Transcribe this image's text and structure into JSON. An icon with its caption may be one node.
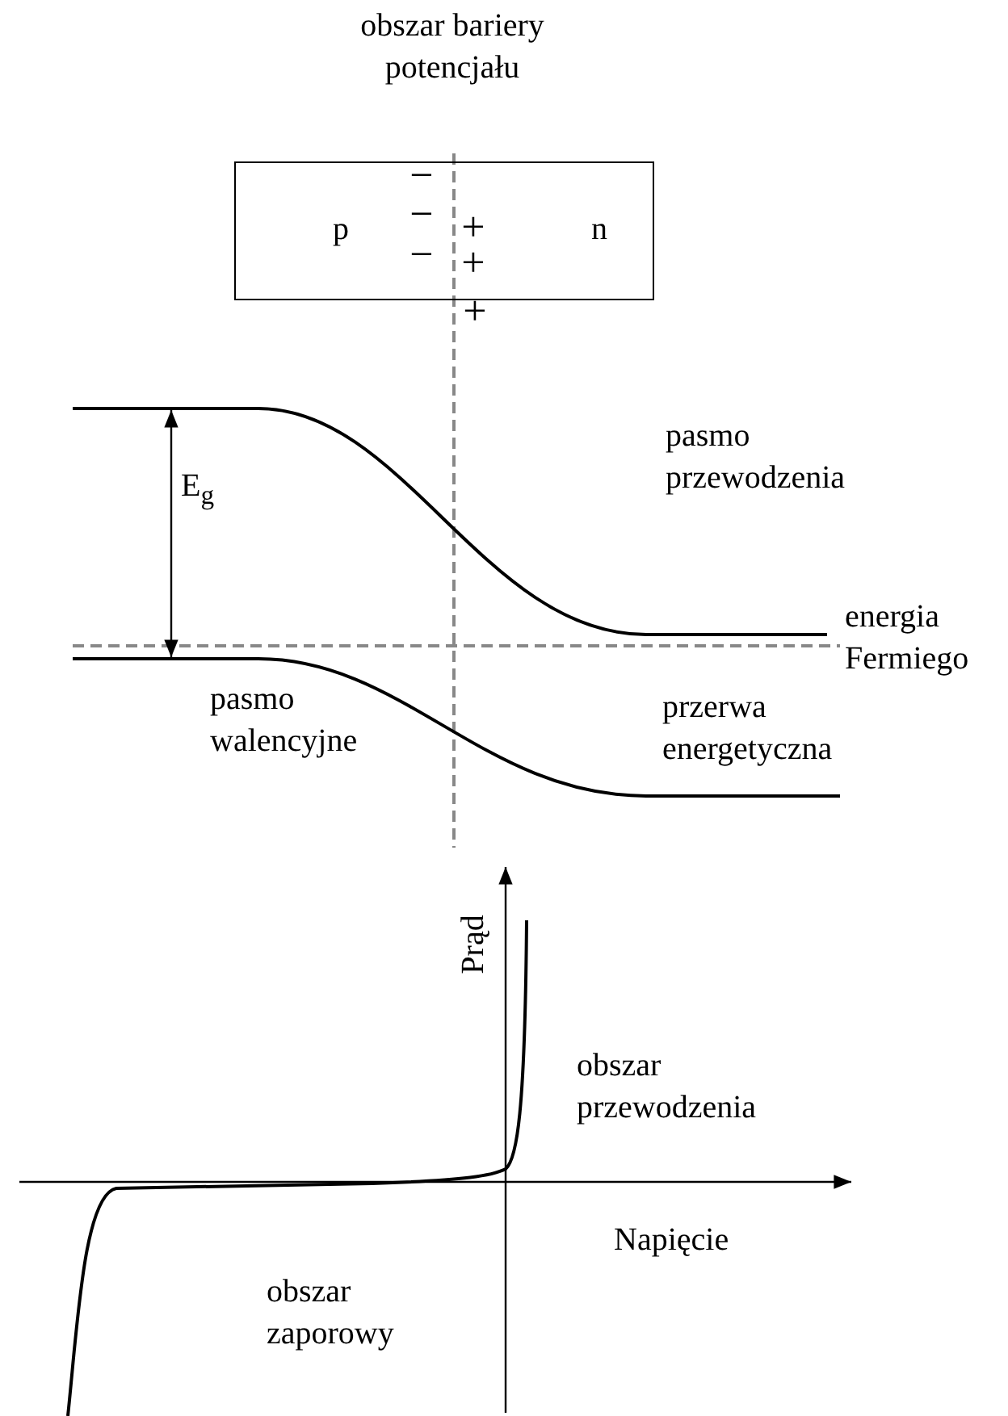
{
  "diagram": {
    "nodes": [
      {
        "text": [
          "p",
          "n"
        ]
      }
    ],
    "edges": [],
    "labels": [
      "obszar bariery potencjału",
      "−",
      "−",
      "−",
      "+",
      "+",
      "+",
      "E$_{g}$",
      "pasmo przewodzenia",
      "energia Fermiego",
      "pasmo walencyjne",
      "przerwa energetyczna",
      "Prąd",
      "obszar przewodzenia",
      "Napięcie",
      "obszar zaporowy"
    ]
  }
}
